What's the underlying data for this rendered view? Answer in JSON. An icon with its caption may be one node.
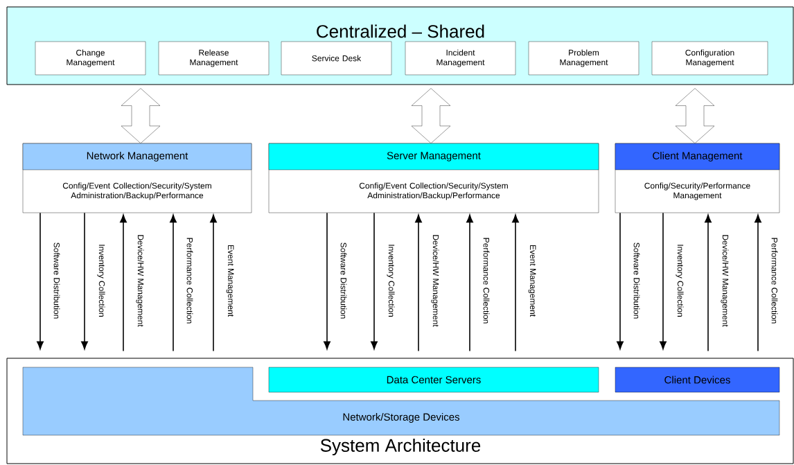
{
  "diagram": {
    "nodes": [
      {
        "text": [
          "Centralized – Shared"
        ]
      },
      {
        "text": [
          "Change Management"
        ],
        "in": 0
      },
      {
        "text": [
          "Release Management"
        ],
        "in": 0
      },
      {
        "text": [
          "Service Desk"
        ],
        "in": 0
      },
      {
        "text": [
          "Incident Management"
        ],
        "in": 0
      },
      {
        "text": [
          "Problem Management"
        ],
        "in": 0
      },
      {
        "text": [
          "Configuration Management"
        ],
        "in": 0
      },
      {
        "text": [
          "Network Management",
          "Config/Event Collection/Security/System Administration/Backup/Performance"
        ]
      },
      {
        "text": [
          "Server Management",
          "Config/Event Collection/Security/System Administration/Backup/Performance"
        ]
      },
      {
        "text": [
          "Client Management",
          "Config/Security/Performance Management"
        ]
      },
      {
        "text": [
          "System Architecture"
        ]
      },
      {
        "text": [
          "Network/Storage Devices"
        ],
        "in": 10
      },
      {
        "text": [
          "Data Center Servers"
        ],
        "in": 10
      },
      {
        "text": [
          "Client Devices"
        ],
        "in": 10
      }
    ],
    "edges": [
      {
        "from": 0,
        "to": 7,
        "arrow": "both",
        "style": "thick"
      },
      {
        "from": 0,
        "to": 8,
        "arrow": "both",
        "style": "thick"
      },
      {
        "from": 0,
        "to": 9,
        "arrow": "both",
        "style": "thick"
      },
      {
        "from": 7,
        "to": 10,
        "arrow": "to",
        "label": "Software Distribution"
      },
      {
        "from": 7,
        "to": 10,
        "arrow": "to",
        "label": "Inventory Collection"
      },
      {
        "from": 10,
        "to": 7,
        "arrow": "to",
        "label": "Device/HW Management"
      },
      {
        "from": 10,
        "to": 7,
        "arrow": "to",
        "label": "Performance Collection"
      },
      {
        "from": 10,
        "to": 7,
        "arrow": "to",
        "label": "Event Management"
      },
      {
        "from": 8,
        "to": 10,
        "arrow": "to",
        "label": "Software Distribution"
      },
      {
        "from": 8,
        "to": 10,
        "arrow": "to",
        "label": "Inventory Collection"
      },
      {
        "from": 10,
        "to": 8,
        "arrow": "to",
        "label": "Device/HW Management"
      },
      {
        "from": 10,
        "to": 8,
        "arrow": "to",
        "label": "Performance Collection"
      },
      {
        "from": 10,
        "to": 8,
        "arrow": "to",
        "label": "Event Management"
      },
      {
        "from": 9,
        "to": 10,
        "arrow": "to",
        "label": "Software Distribution"
      },
      {
        "from": 9,
        "to": 10,
        "arrow": "to",
        "label": "Inventory Collection"
      },
      {
        "from": 10,
        "to": 9,
        "arrow": "to",
        "label": "Device/HW Management"
      },
      {
        "from": 10,
        "to": 9,
        "arrow": "to",
        "label": "Performance Collection"
      }
    ]
  }
}
